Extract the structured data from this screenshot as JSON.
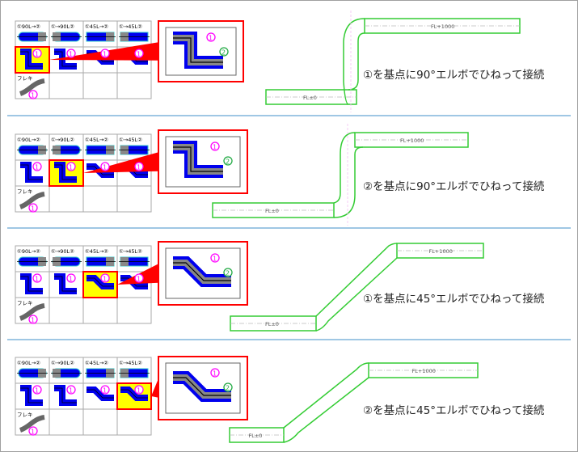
{
  "palette_labels": [
    "①90L→②",
    "①→90L②",
    "①45L→②",
    "①→45L②",
    "フレキ"
  ],
  "pipe_labels": {
    "low": "FL±0",
    "high": "FL+1000"
  },
  "colors": {
    "highlight": "#ff0000",
    "pipe": "#33cc33",
    "selected_bg": "#ffff00",
    "pipe_fill": "#0000ee",
    "separator": "#3f8fc8",
    "marker1": "#ff00ff",
    "marker2": "#22aa44"
  },
  "panels": [
    {
      "caption": "①を基点に90°エルボでひねって接続",
      "selected": 4,
      "elbow": "90",
      "base": "1"
    },
    {
      "caption": "②を基点に90°エルボでひねって接続",
      "selected": 5,
      "elbow": "90",
      "base": "2"
    },
    {
      "caption": "①を基点に45°エルボでひねって接続",
      "selected": 6,
      "elbow": "45",
      "base": "1"
    },
    {
      "caption": "②を基点に45°エルボでひねって接続",
      "selected": 7,
      "elbow": "45",
      "base": "2"
    }
  ]
}
